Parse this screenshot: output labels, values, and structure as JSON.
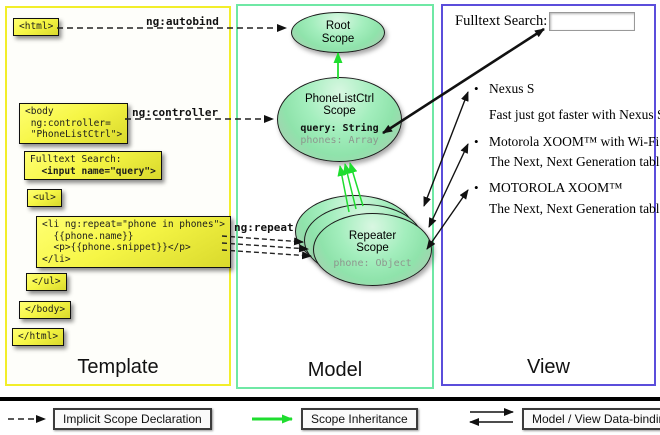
{
  "columns": {
    "template": "Template",
    "model": "Model",
    "view": "View"
  },
  "template_code": {
    "html_open": "<html>",
    "body_open": "<body\n ng:controller=\n \"PhoneListCtrl\">",
    "fulltext_line1": "Fulltext Search:",
    "fulltext_line2": "  <input name=\"query\">",
    "ul_open": "<ul>",
    "li_repeat": "<li ng:repeat=\"phone in phones\">\n  {{phone.name}}\n  <p>{{phone.snippet}}</p>\n</li>",
    "ul_close": "</ul>",
    "body_close": "</body>",
    "html_close": "</html>"
  },
  "arrow_labels": {
    "autobind": "ng:autobind",
    "controller": "ng:controller",
    "repeat": "ng:repeat"
  },
  "scopes": {
    "root_title": "Root\nScope",
    "phonelist_title": "PhoneListCtrl\nScope",
    "phonelist_prop1": "query: String",
    "phonelist_prop2": "phones: Array",
    "repeater_title": "Repeater\nScope",
    "repeater_prop1": "phone: Object"
  },
  "view": {
    "search_label": "Fulltext Search:",
    "search_value": "",
    "items": [
      {
        "bullet": "•",
        "name": "Nexus S",
        "snippet": "Fast just got faster with Nexus S."
      },
      {
        "bullet": "•",
        "name": "Motorola XOOM™ with Wi-Fi",
        "snippet": "The Next, Next Generation tablet."
      },
      {
        "bullet": "•",
        "name": "MOTOROLA XOOM™",
        "snippet": "The Next, Next Generation tablet."
      }
    ]
  },
  "legend": {
    "implicit_scope": "Implicit Scope Declaration",
    "scope_inheritance": "Scope Inheritance",
    "data_binding": "Model / View Data-binding"
  },
  "colors": {
    "template_border": "#f2ee2a",
    "model_border": "#6fe8a5",
    "view_border": "#5b4ddb",
    "code_box_yellow": "#ffff5e",
    "scope_fill_green": "#9cecb8",
    "inheritance_arrow_green": "#1fdd2f"
  }
}
